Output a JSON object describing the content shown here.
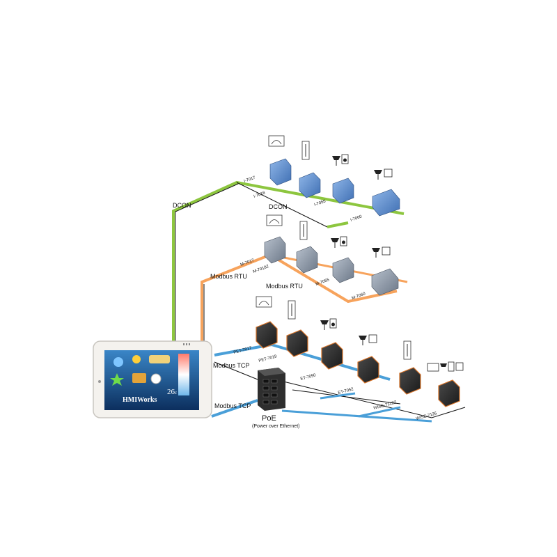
{
  "colors": {
    "dcon_bus": "#8dc63f",
    "modbus_rtu_bus": "#f7a35c",
    "modbus_tcp_bus": "#4a9fd8",
    "module_blue": "#5b8fd0",
    "module_gray": "#8a96a6",
    "module_black": "#2a2a2a",
    "module_orange": "#d8742a",
    "hmi_frame": "#f4f2ee"
  },
  "hmi": {
    "brand": "HMIWorks",
    "temperature": "26",
    "unit": "c"
  },
  "buses": {
    "dcon_main": "DCON",
    "dcon_branch": "DCON",
    "modbus_rtu_main": "Modbus RTU",
    "modbus_rtu_branch": "Modbus RTU",
    "modbus_tcp_branch": "Modbus TCP",
    "modbus_tcp_main": "Modbus TCP"
  },
  "poe": {
    "title": "PoE",
    "subtitle": "(Power over Ethernet)"
  },
  "dcon_modules": [
    "I-7017",
    "I-7018",
    "I-7055",
    "I-7060"
  ],
  "rtu_modules": [
    "M-7017",
    "M-7018Z",
    "M-7055",
    "M-7060"
  ],
  "tcp_modules": [
    "PET-7017",
    "PET-7019",
    "ET-7050",
    "ET-7052",
    "WISE-7118Z",
    "WISE-7126"
  ],
  "icons": {
    "analog": "analog-gauge-icon",
    "thermometer": "thermometer-icon",
    "lamp_speaker": "lamp-speaker-icon",
    "lamp_display": "lamp-display-icon",
    "combo": "combo-devices-icon"
  }
}
